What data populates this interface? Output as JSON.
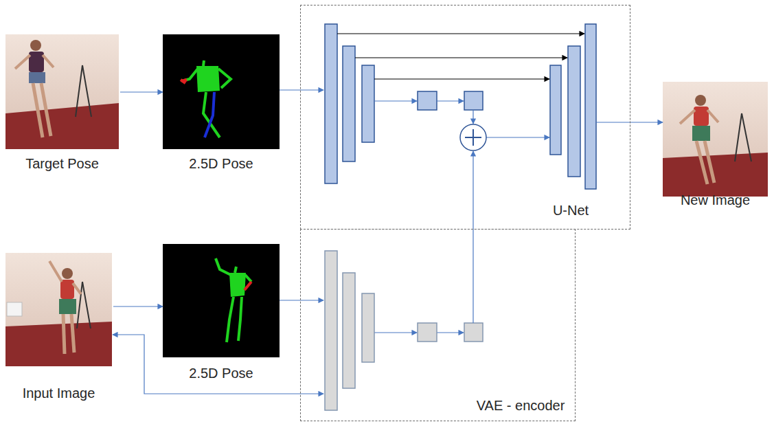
{
  "diagram": {
    "nodes": [
      {
        "text": [
          "Target Pose"
        ]
      },
      {
        "text": [
          "2.5D Pose"
        ]
      },
      {
        "text": [
          "U-Net"
        ]
      },
      {
        "text": [
          "New Image"
        ]
      },
      {
        "text": [
          "Input Image"
        ]
      },
      {
        "text": [
          "2.5D Pose"
        ]
      },
      {
        "text": [
          "VAE - encoder"
        ]
      }
    ],
    "edges": [
      {
        "from": 0,
        "to": 1,
        "arrow": "to"
      },
      {
        "from": 1,
        "to": 2,
        "arrow": "to"
      },
      {
        "from": 2,
        "to": 3,
        "arrow": "to"
      },
      {
        "from": 4,
        "to": 5,
        "arrow": "to"
      },
      {
        "from": 5,
        "to": 6,
        "arrow": "to"
      },
      {
        "from": 4,
        "to": 6,
        "arrow": "both"
      },
      {
        "from": 6,
        "to": 2,
        "arrow": "to"
      }
    ]
  }
}
